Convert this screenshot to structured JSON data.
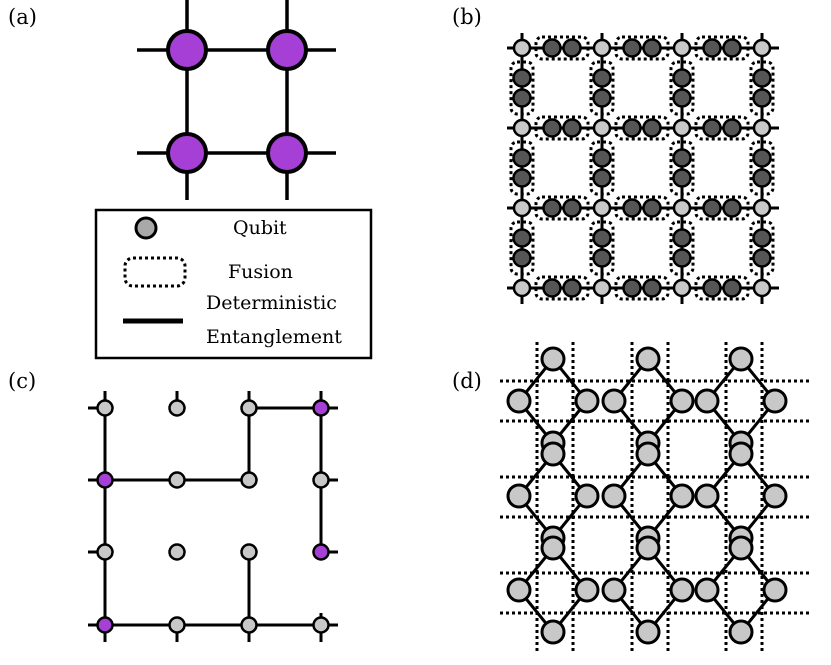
{
  "panels": {
    "a": {
      "label": "(a)"
    },
    "b": {
      "label": "(b)"
    },
    "c": {
      "label": "(c)"
    },
    "d": {
      "label": "(d)"
    }
  },
  "legend": {
    "qubit": "Qubit",
    "fusion": "Fusion",
    "entanglement_line1": "Deterministic",
    "entanglement_line2": "Entanglement"
  },
  "colors": {
    "purple": "#a63fd6",
    "light_gray": "#c8c8c8",
    "mid_gray": "#a9a9a9",
    "dark_gray": "#555555",
    "line": "#000000"
  },
  "panel_c": {
    "grid": "4x4",
    "purple_nodes": [
      [
        3,
        0
      ],
      [
        0,
        1
      ],
      [
        3,
        2
      ],
      [
        0,
        3
      ]
    ]
  }
}
